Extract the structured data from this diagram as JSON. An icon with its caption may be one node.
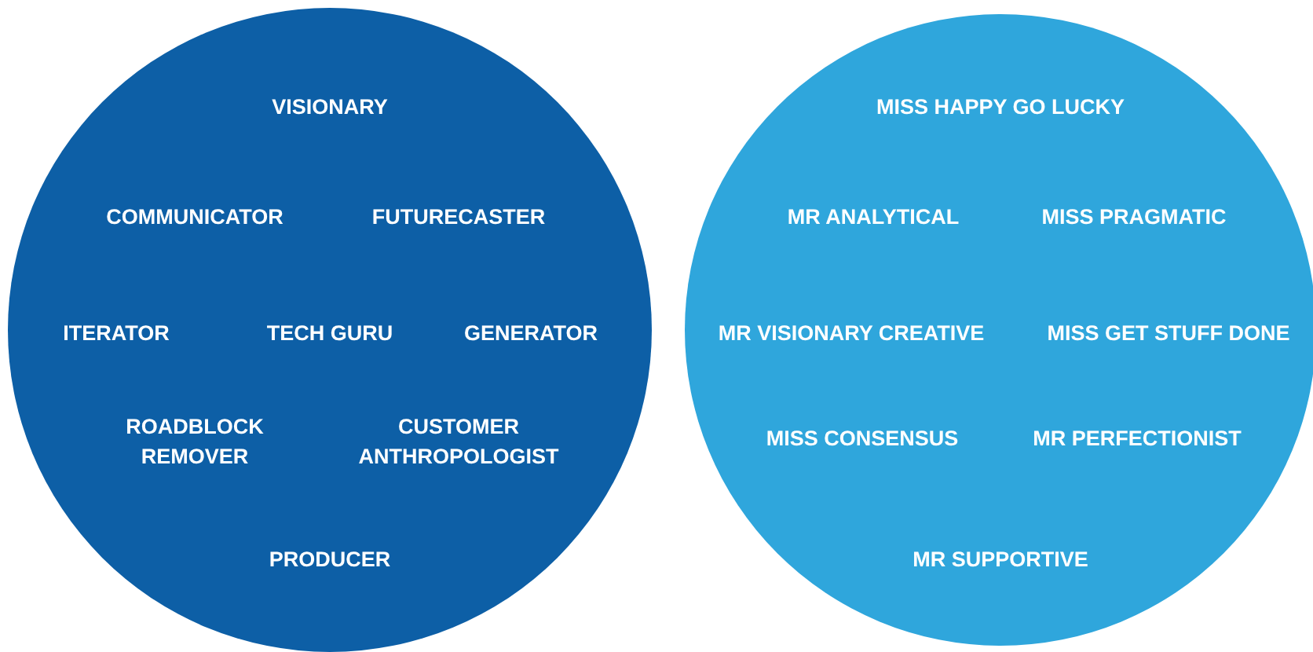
{
  "diagram": {
    "nodes": [
      {
        "text": [
          "VISIONARY",
          "COMMUNICATOR",
          "FUTURECASTER",
          "ITERATOR",
          "TECH GURU",
          "GENERATOR",
          "ROADBLOCK REMOVER",
          "CUSTOMER ANTHROPOLOGIST",
          "PRODUCER"
        ]
      },
      {
        "text": [
          "MISS HAPPY GO LUCKY",
          "MR ANALYTICAL",
          "MISS PRAGMATIC",
          "MR VISIONARY CREATIVE",
          "MISS GET STUFF DONE",
          "MISS CONSENSUS",
          "MR PERFECTIONIST",
          "MR SUPPORTIVE"
        ]
      }
    ]
  }
}
